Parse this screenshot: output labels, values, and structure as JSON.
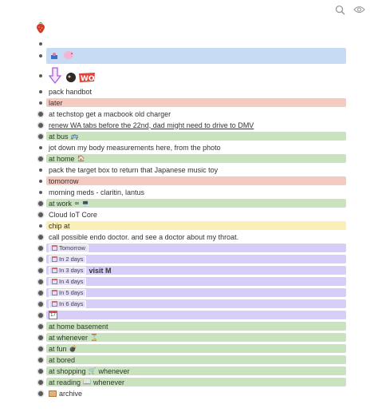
{
  "toolbar": {
    "search_icon": "search-icon",
    "view_icon": "eye-icon"
  },
  "logo": {
    "icon": "strawberry-icon",
    "color": "#d33a2c"
  },
  "colors": {
    "green": "#c9e3bf",
    "red": "#f5cbc1",
    "yellow": "#fbefb8",
    "purple": "#d7cdf6",
    "blue": "#c7dcf4"
  },
  "rows": {
    "r1": {
      "text": "pack handbot"
    },
    "r2": {
      "text": "later"
    },
    "r3": {
      "text": "at techstop get a macbook old charger"
    },
    "r4": {
      "text": "renew WA tabs before the 22nd, dad might need to drive to DMV"
    },
    "r5": {
      "text": "at bus",
      "emoji": "🚌"
    },
    "r6": {
      "text": "jot down my body measurements here, from the photo"
    },
    "r7": {
      "text": "at home",
      "emoji": "🏠"
    },
    "r8": {
      "text": "pack the target box to return that Japanese music toy"
    },
    "r9": {
      "text": "tomorrow"
    },
    "r10": {
      "text": "morning meds - claritin, lantus"
    },
    "r11": {
      "text": "at work",
      "emoji": "∞ 💻"
    },
    "r12": {
      "text": "Cloud IoT Core"
    },
    "r13": {
      "text": "chip at"
    },
    "r14": {
      "text": "call possible endo doctor. and see a doctor about my throat."
    },
    "r15": {
      "date": "Tomorrow"
    },
    "r16": {
      "date": "In 2 days"
    },
    "r17": {
      "date": "In 3 days",
      "extra": "visit M"
    },
    "r18": {
      "date": "In 4 days"
    },
    "r19": {
      "date": "In 5 days"
    },
    "r20": {
      "date": "In 6 days"
    },
    "r21": {
      "icon": "calendar-icon",
      "number": "17"
    },
    "r22": {
      "text": "at home basement"
    },
    "r23": {
      "text": "at whenever",
      "emoji": "⌛"
    },
    "r24": {
      "text": "at fun",
      "emoji": "💣"
    },
    "r25": {
      "text": "at bored"
    },
    "r26": {
      "text": "at shopping",
      "emoji": "🛒",
      "tail": "whenever"
    },
    "r27": {
      "text": "at reading",
      "emoji": "📖",
      "tail": "whenever"
    },
    "r28": {
      "text": "archive",
      "icon": "box-icon"
    }
  }
}
